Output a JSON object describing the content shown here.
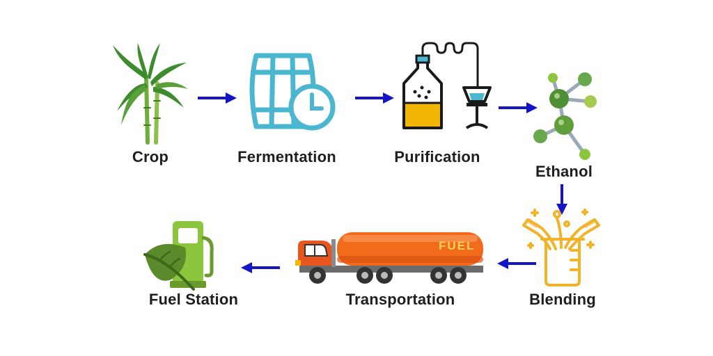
{
  "steps": [
    {
      "label": "Crop",
      "icon": "sugarcane-icon"
    },
    {
      "label": "Fermentation",
      "icon": "barrel-clock-icon"
    },
    {
      "label": "Purification",
      "icon": "distillation-apparatus-icon"
    },
    {
      "label": "Ethanol",
      "icon": "molecule-icon"
    },
    {
      "label": "Blending",
      "icon": "beaker-blending-icon"
    },
    {
      "label": "Transportation",
      "icon": "fuel-tanker-truck-icon"
    },
    {
      "label": "Fuel Station",
      "icon": "green-fuel-pump-icon"
    }
  ],
  "truck_tank_text": "FUEL",
  "colors": {
    "arrow": "#1515c8",
    "barrel": "#4bb6cf",
    "liquid": "#f2b705",
    "leaf": "#5a8a2a",
    "pump": "#8cc63f",
    "tank": "#f26a1b",
    "cab": "#e8551e",
    "molecule": "#6aa84f",
    "blend": "#f0b32a",
    "label": "#1e1e1e"
  }
}
